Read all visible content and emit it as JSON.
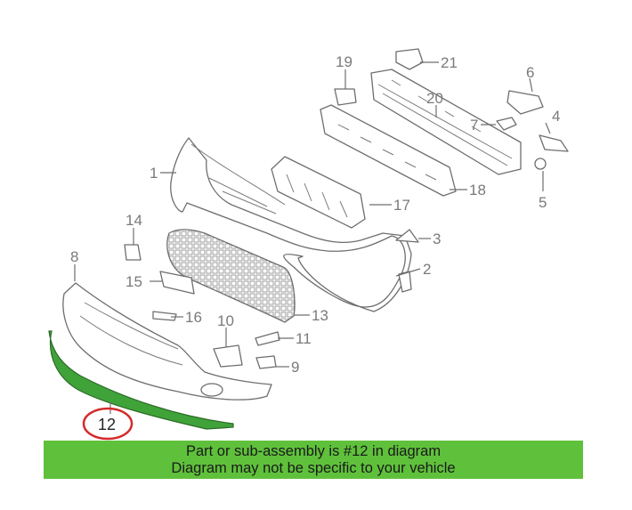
{
  "callouts": {
    "c1": "1",
    "c2": "2",
    "c3": "3",
    "c4": "4",
    "c5": "5",
    "c6": "6",
    "c7": "7",
    "c8": "8",
    "c9": "9",
    "c10": "10",
    "c11": "11",
    "c12": "12",
    "c13": "13",
    "c14": "14",
    "c15": "15",
    "c16": "16",
    "c17": "17",
    "c18": "18",
    "c19": "19",
    "c20": "20",
    "c21": "21"
  },
  "highlight": {
    "part": "12",
    "color": "#d42a2a",
    "part_fill": "#3fa33a"
  },
  "banner": {
    "line1": "Part or sub-assembly is #12 in diagram",
    "line2": "Diagram may not be specific to your vehicle",
    "color": "#5fc13b"
  }
}
